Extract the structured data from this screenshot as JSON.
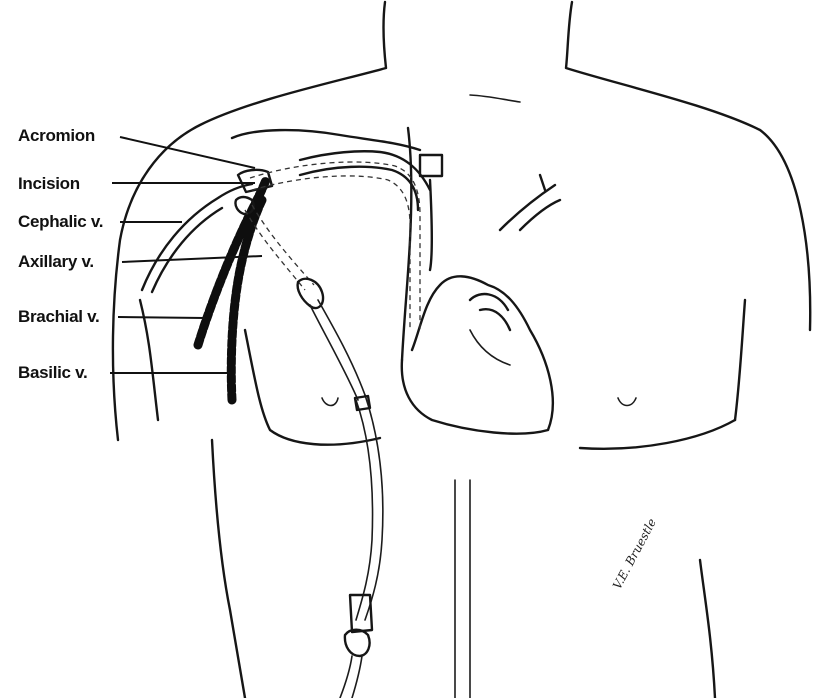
{
  "labels": {
    "acromion": "Acromion",
    "incision": "Incision",
    "cephalic": "Cephalic v.",
    "axillary": "Axillary v.",
    "brachial": "Brachial v.",
    "basilic": "Basilic v."
  },
  "signature": "V.E. Bruestle",
  "colors": {
    "ink": "#161616",
    "background": "#ffffff"
  }
}
